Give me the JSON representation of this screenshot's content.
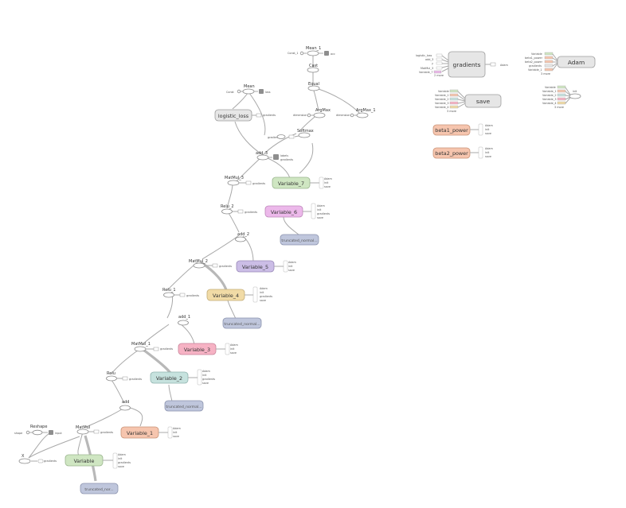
{
  "colors": {
    "variable": "#cfe6c2",
    "variable_1": "#f6c5ae",
    "variable_2": "#c6e2de",
    "variable_3": "#f6b2c4",
    "variable_4": "#f1dba6",
    "variable_5": "#cbbde6",
    "variable_6": "#ecb8ea",
    "variable_7": "#cfe6c2",
    "beta_power": "#f6c5ae",
    "truncated": "#bfc6dc",
    "gray_group": "#e6e6e6",
    "edge": "#a8a8a8"
  },
  "nodes": {
    "x": "X",
    "reshape": "Reshape",
    "shape": "shape",
    "input": "input",
    "matmul": "MatMul",
    "add": "add",
    "relu": "Relu",
    "matmul_1": "MatMul_1",
    "add_1": "add_1",
    "relu_1": "Relu_1",
    "matmul_2": "MatMul_2",
    "add_2": "add_2",
    "relu_2": "Relu_2",
    "matmul_3": "MatMul_3",
    "add_3": "add_3",
    "softmax": "Softmax",
    "argmax": "ArgMax",
    "argmax_1": "ArgMax_1",
    "dimension": "dimension",
    "equal": "Equal",
    "cast": "Cast",
    "mean_1": "Mean_1",
    "mean": "Mean",
    "const": "Const",
    "const_1": "Const_1",
    "loss": "loss",
    "acc": "acc",
    "logistic_loss": "logistic_loss",
    "labels": "labels",
    "gradients": "gradients",
    "gradients_short": "gradients",
    "save": "save",
    "adam": "Adam",
    "beta1_power": "beta1_power",
    "beta2_power": "beta2_power",
    "init": "init"
  },
  "variables": [
    "Variable",
    "Variable_1",
    "Variable_2",
    "Variable_3",
    "Variable_4",
    "Variable_5",
    "Variable_6",
    "Variable_7"
  ],
  "truncated_label": "truncated_normal...",
  "truncated_label_short": "truncated_nor...",
  "outputs": {
    "adam": "Adam",
    "init": "init",
    "gradients": "gradients",
    "save": "save",
    "more": "2 more"
  },
  "gradients_inputs": [
    "logistic_loss",
    "add_3",
    "y",
    "MatMul_3",
    "Variable_7",
    "2 more"
  ],
  "save_inputs": [
    "Variable",
    "Variable_1",
    "Variable_2",
    "Variable_3",
    "Variable_4",
    "3 more"
  ],
  "adam_inputs": [
    "Variable",
    "beta1_power",
    "beta2_power",
    "gradients",
    "Variable_1",
    "3 more"
  ],
  "init_inputs": [
    "Variable",
    "Variable_1",
    "Variable_2",
    "Variable_3",
    "Variable_4",
    "3 more"
  ]
}
